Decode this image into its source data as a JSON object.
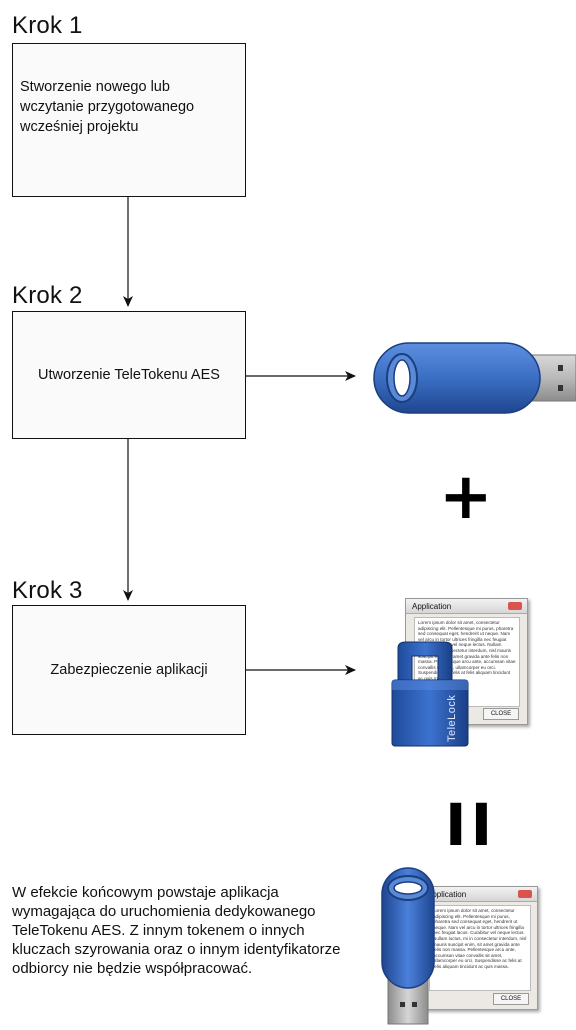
{
  "steps": [
    {
      "label": "Krok 1",
      "text": "Stworzenie nowego lub wczytanie przygotowanego wcześniej projektu"
    },
    {
      "label": "Krok 2",
      "text": "Utworzenie TeleTokenu AES"
    },
    {
      "label": "Krok 3",
      "text": "Zabezpieczenie aplikacji"
    }
  ],
  "operators": {
    "plus": "+",
    "equals": "II"
  },
  "summary": "W efekcie końcowym powstaje aplikacja wymagająca do uruchomienia dedykowanego TeleTokenu AES. Z innym tokenem o innych kluczach szyrowania oraz o innym identyfikatorze odbiorcy nie będzie współpracować.",
  "app_window": {
    "title": "Application",
    "close_label": "CLOSE",
    "lock_text": "TeleLock",
    "lorem": "Lorem ipsum dolor sit amet, consectetur adipiscing elit. Pellentesque mi purus, pharetra sed consequat eget, hendrerit ut neque. Nam vel arcu in tortor ultrices fringilla nec feugiat lacus. Curabitur vel neque lectus. Nullam luctus, mi in consectetur interdum, nisl mauris suscipit enim, sit amet gravida ante felis non massa. Pellentesque arcu ante, accumsan vitae convallis sit amet, ullamcorper eu orci. Suspendisse ac felis at felis aliquam tincidunt ac quis massa."
  },
  "colors": {
    "token_blue": "#3b6fc4",
    "token_dark": "#234a8c",
    "lock_blue": "#2e5fb7"
  }
}
